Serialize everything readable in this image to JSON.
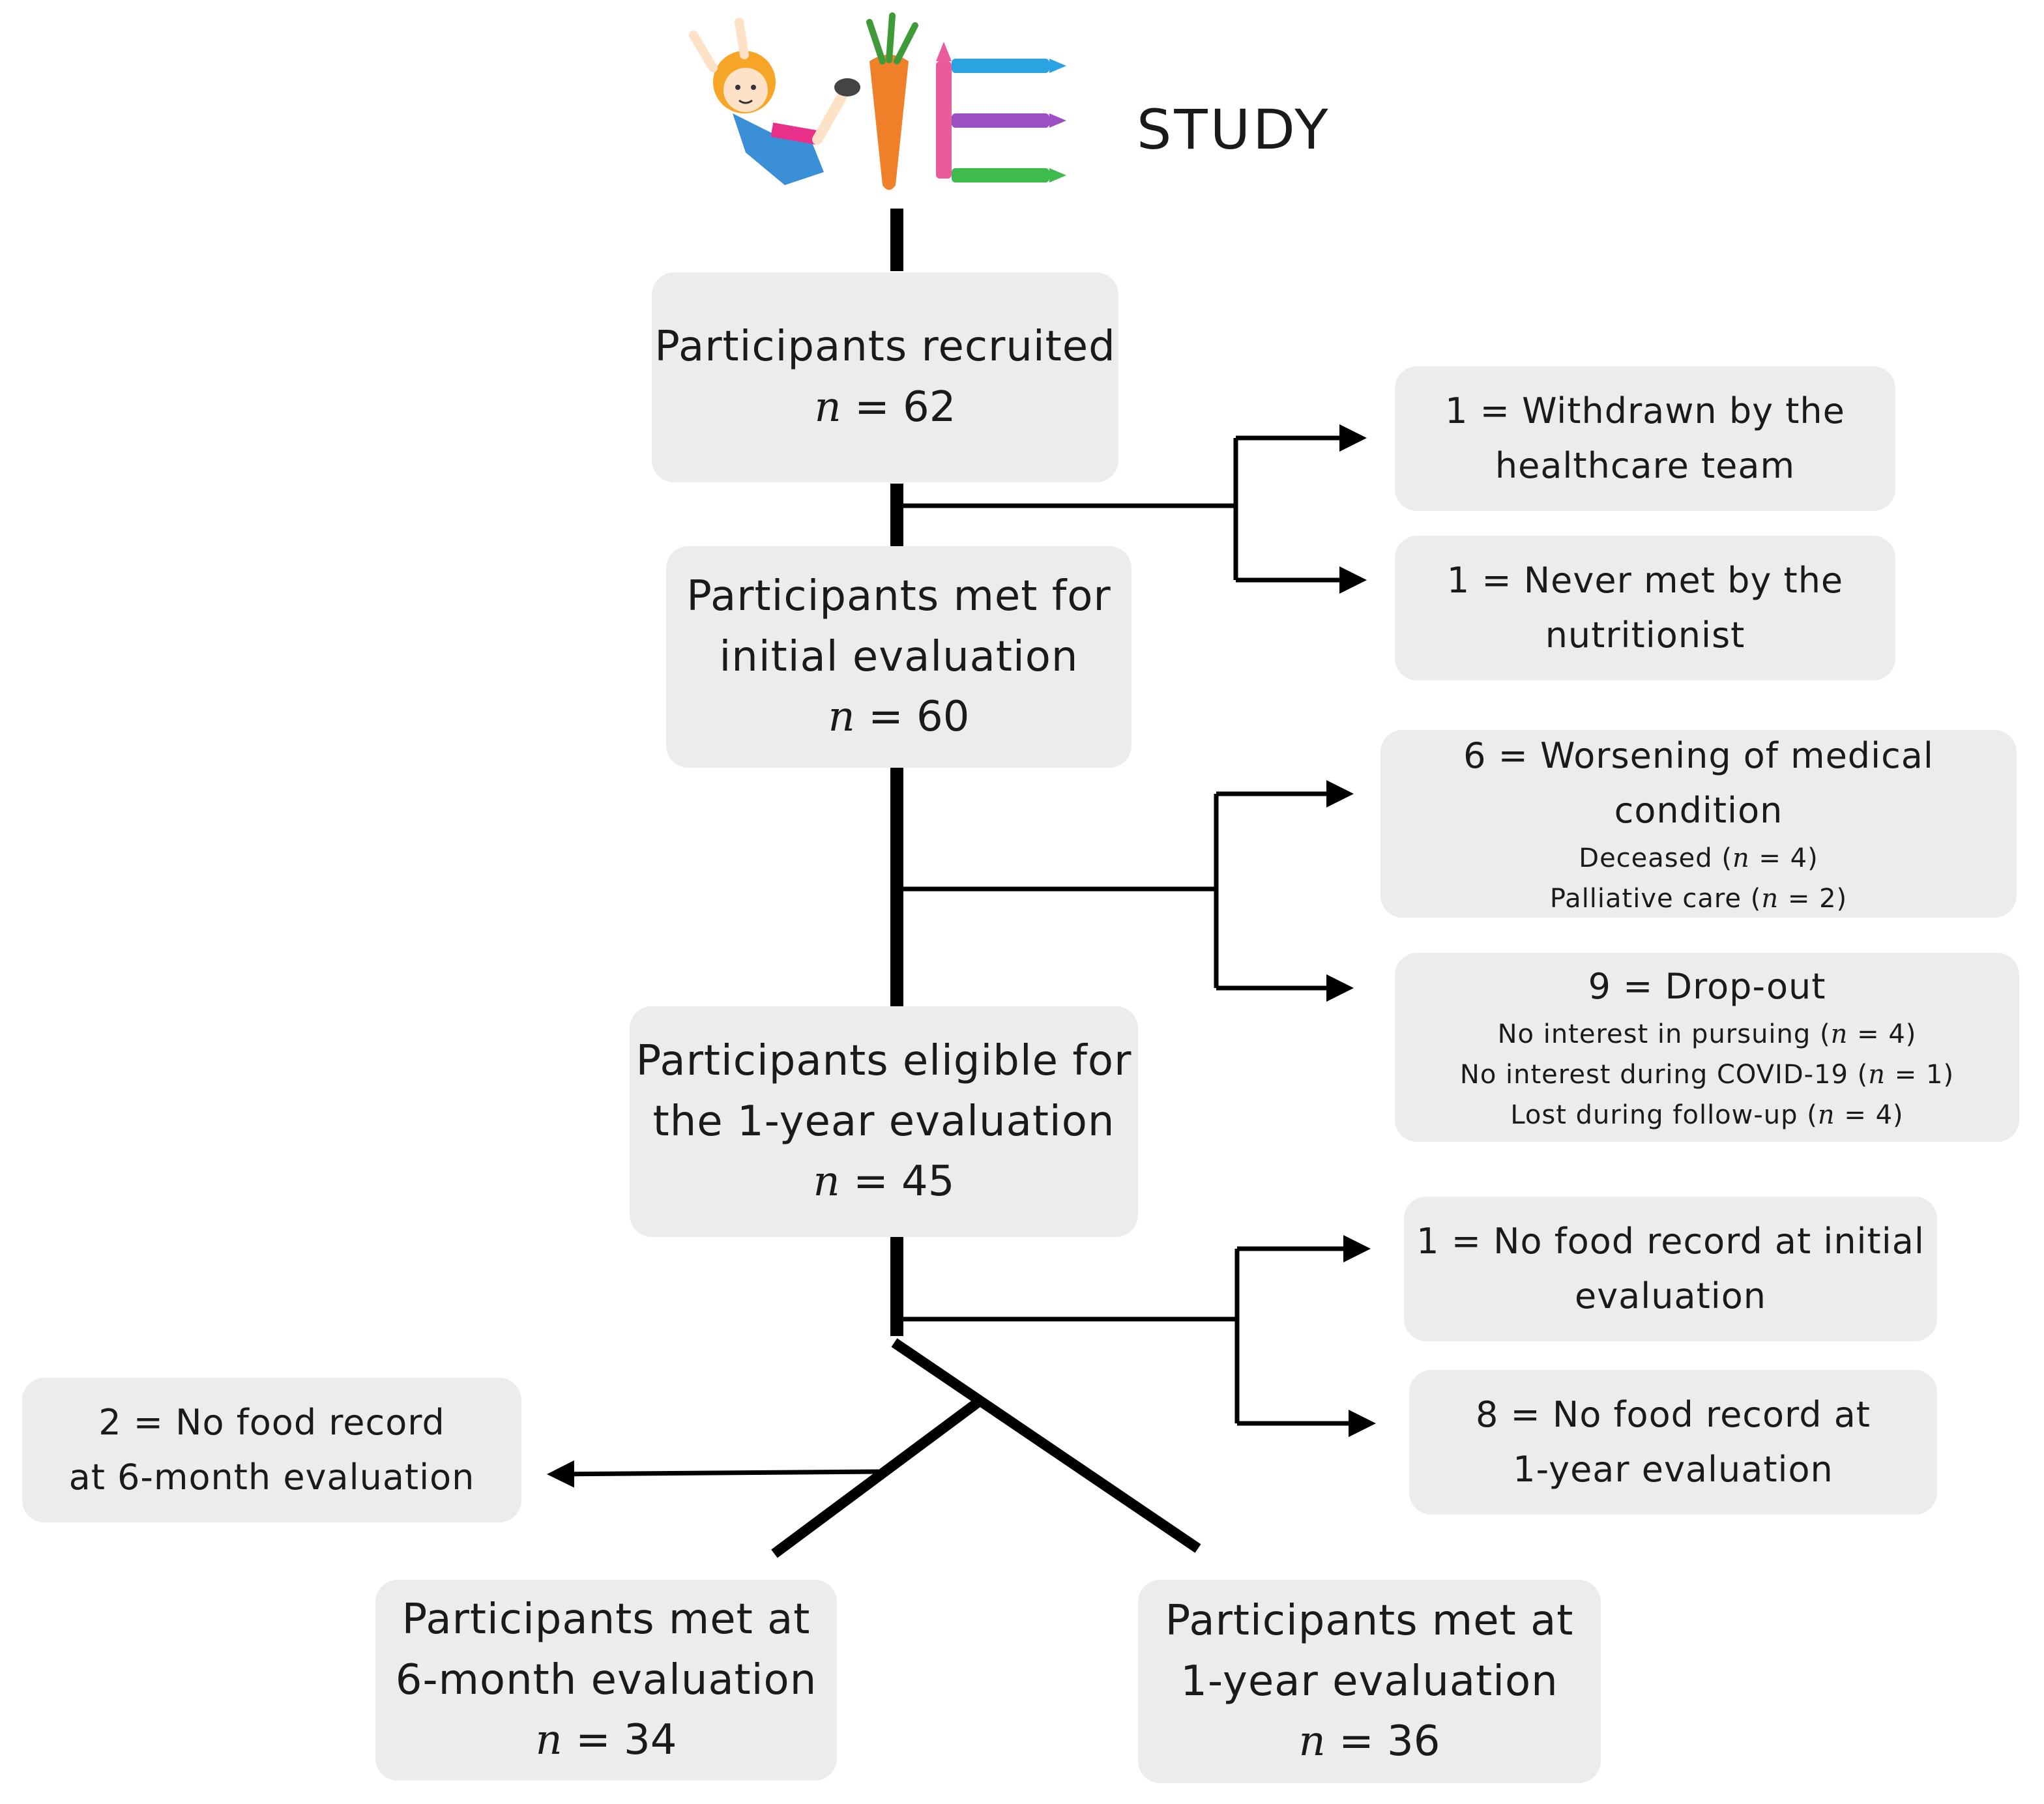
{
  "header": {
    "title": "STUDY",
    "logo": "VIE study logo: girl, carrot and crayons"
  },
  "boxes": {
    "recruited": {
      "label": "Participants recruited",
      "n": "62"
    },
    "initial": {
      "label_1": "Participants  met for",
      "label_2": "initial  evaluation",
      "n": "60"
    },
    "eligible": {
      "label_1": "Participants eligible for",
      "label_2": "the 1-year evaluation",
      "n": "45"
    },
    "six_month": {
      "label_1": "Participants met at",
      "label_2": "6-month evaluation",
      "n": "34"
    },
    "one_year": {
      "label_1": "Participants met at",
      "label_2": "1-year evaluation",
      "n": "36"
    }
  },
  "exclusions": {
    "withdrawn": {
      "line_1": "1 = Withdrawn by the",
      "line_2": "healthcare team"
    },
    "never_met": {
      "line_1": "1 = Never met by the",
      "line_2": "nutritionist"
    },
    "worsening": {
      "line_1": "6 = Worsening of medical  condition",
      "sub_1_pre": "Deceased (",
      "sub_1_n": "4",
      "sub_2_pre": "Palliative care (",
      "sub_2_n": "2"
    },
    "dropout": {
      "line_1": "9 = Drop-out",
      "sub_1_pre": "No interest  in pursuing (",
      "sub_1_n": "4",
      "sub_2_pre": "No interest  during COVID-19 (",
      "sub_2_n": "1",
      "sub_3_pre": "Lost during follow-up (",
      "sub_3_n": "4"
    },
    "no_food_initial": {
      "line_1": "1 = No food record at initial",
      "line_2": "evaluation"
    },
    "no_food_1year": {
      "line_1": "8 = No food record  at",
      "line_2": "1-year evaluation"
    },
    "no_food_6month": {
      "line_1": "2 = No food record",
      "line_2": "at 6-month evaluation"
    }
  },
  "symbols": {
    "n": "n",
    "eq": " = ",
    "close_paren": ")"
  }
}
